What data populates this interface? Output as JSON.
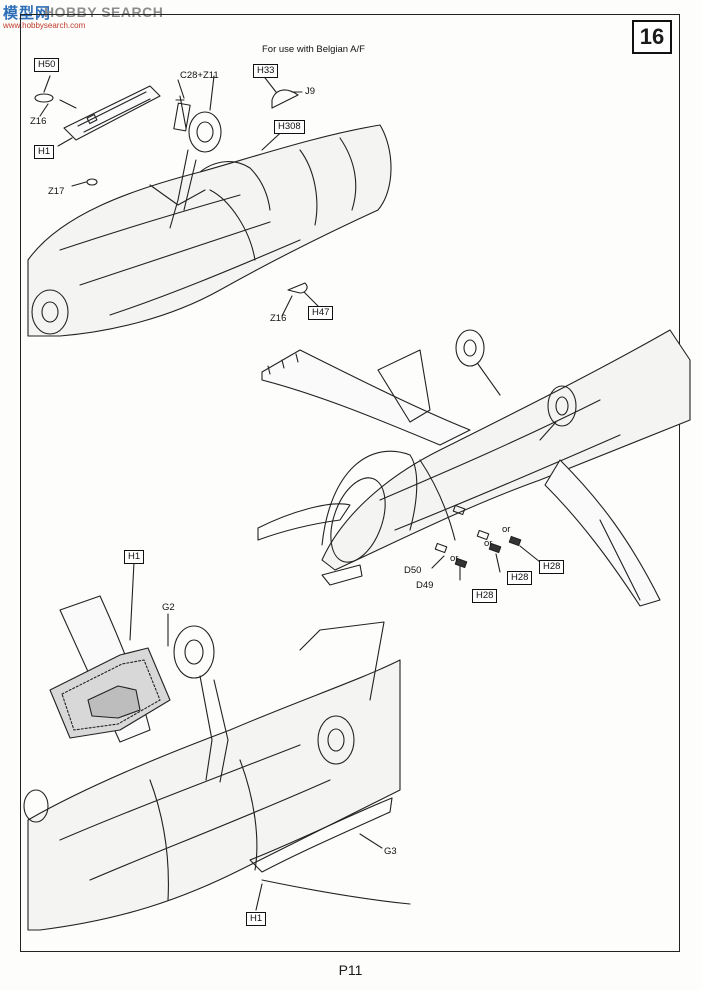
{
  "watermark": {
    "cn": "模型网",
    "en": "HOBBY SEARCH",
    "url": "www.hobbysearch.com"
  },
  "step": "16",
  "note_belgian": "For use with Belgian A/F",
  "labels": {
    "h50": "H50",
    "z16_a": "Z16",
    "h1_a": "H1",
    "z17": "Z17",
    "c28": "C28+Z11",
    "h33": "H33",
    "j9": "J9",
    "h308": "H308",
    "z16_b": "Z16",
    "h47": "H47",
    "d50": "D50",
    "or_a": "or",
    "d49": "D49",
    "h28_a": "H28",
    "or_b": "or",
    "h28_b": "H28",
    "or_c": "or",
    "h28_c": "H28",
    "h1_b": "H1",
    "g2": "G2",
    "g3": "G3",
    "h1_c": "H1"
  },
  "page_number": "P11"
}
